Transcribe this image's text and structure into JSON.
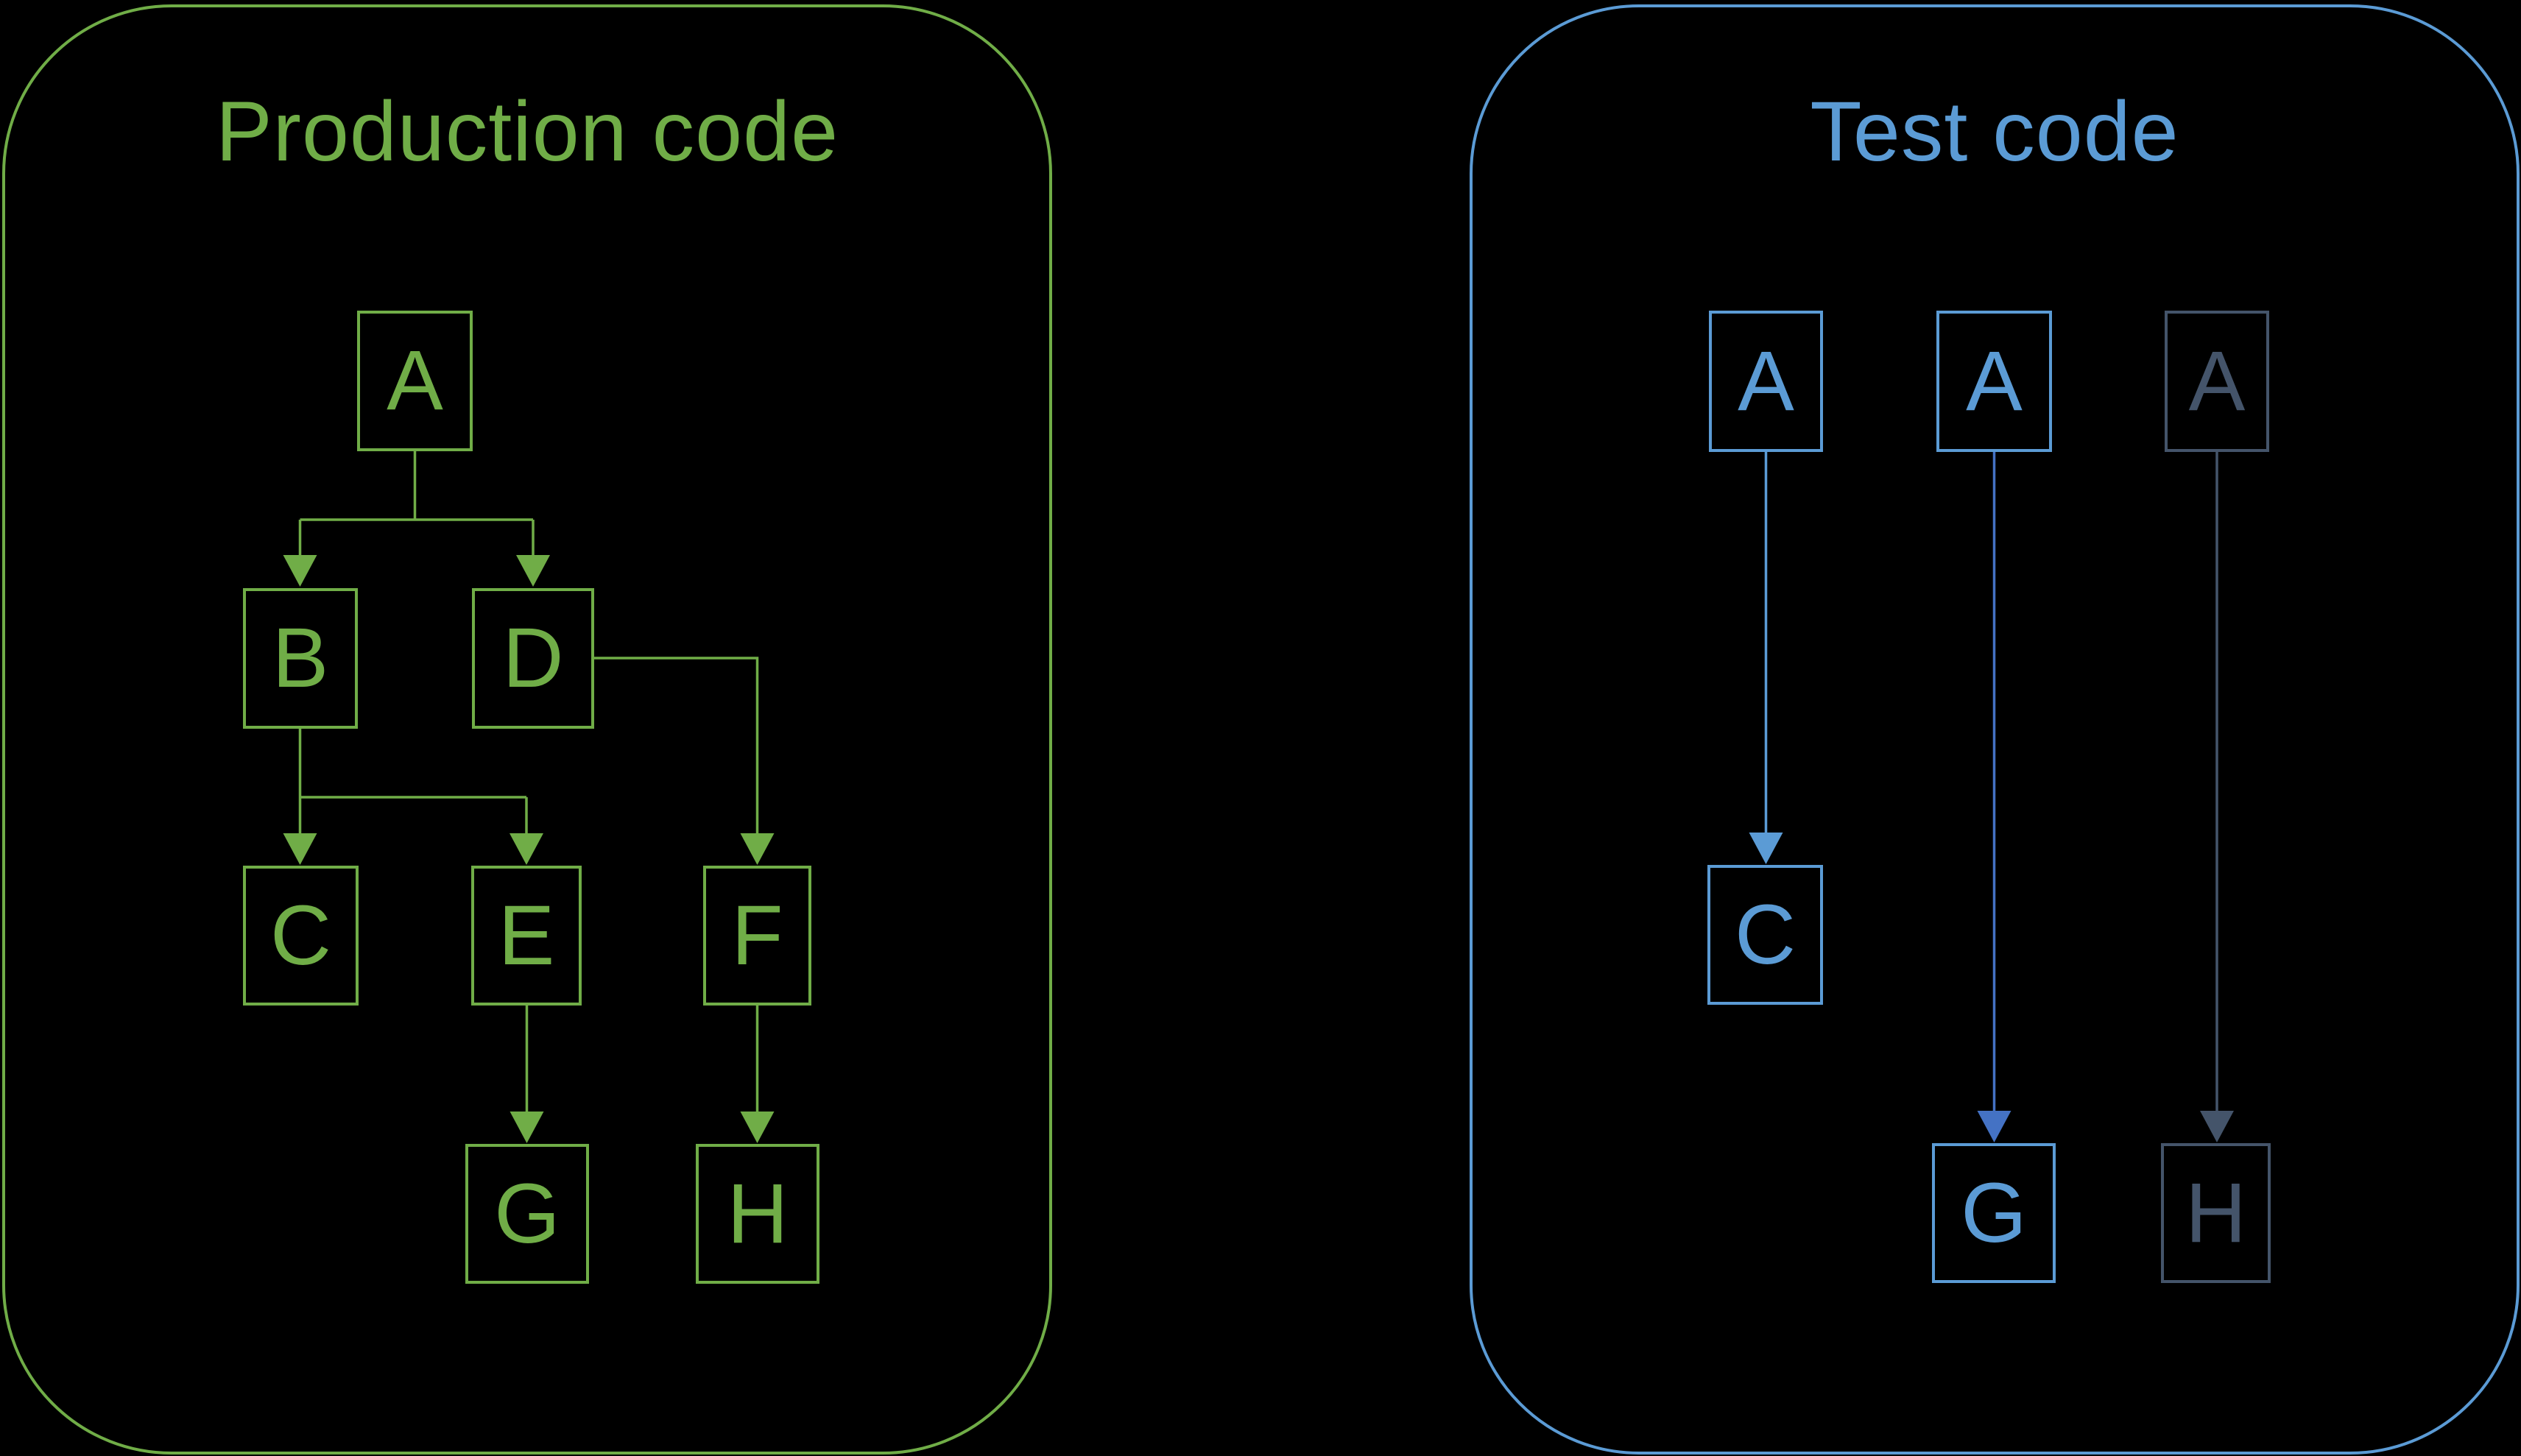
{
  "background": "#000000",
  "palette": {
    "production_green": "#70AD47",
    "test_light_blue": "#5B9BD5",
    "test_medium_blue": "#4472C4",
    "test_dimmed_slate": "#44546A"
  },
  "production_panel": {
    "title": "Production code",
    "nodes": [
      {
        "id": "A",
        "label": "A"
      },
      {
        "id": "B",
        "label": "B"
      },
      {
        "id": "D",
        "label": "D"
      },
      {
        "id": "C",
        "label": "C"
      },
      {
        "id": "E",
        "label": "E"
      },
      {
        "id": "F",
        "label": "F"
      },
      {
        "id": "G",
        "label": "G"
      },
      {
        "id": "H",
        "label": "H"
      }
    ],
    "edges": [
      {
        "from": "A",
        "to": "B"
      },
      {
        "from": "A",
        "to": "D"
      },
      {
        "from": "B",
        "to": "C"
      },
      {
        "from": "B",
        "to": "E"
      },
      {
        "from": "D",
        "to": "F"
      },
      {
        "from": "E",
        "to": "G"
      },
      {
        "from": "F",
        "to": "H"
      }
    ]
  },
  "test_panel": {
    "title": "Test code",
    "nodes": [
      {
        "id": "A-test-1",
        "label": "A",
        "state": "highlighted"
      },
      {
        "id": "A-test-2",
        "label": "A",
        "state": "highlighted"
      },
      {
        "id": "A-test-3",
        "label": "A",
        "state": "dimmed"
      },
      {
        "id": "C-test",
        "label": "C",
        "state": "highlighted"
      },
      {
        "id": "G-test",
        "label": "G",
        "state": "highlighted"
      },
      {
        "id": "H-test",
        "label": "H",
        "state": "dimmed"
      }
    ],
    "edges": [
      {
        "from": "A-test-1",
        "to": "C-test",
        "color": "test_light_blue"
      },
      {
        "from": "A-test-2",
        "to": "G-test",
        "color": "test_medium_blue"
      },
      {
        "from": "A-test-3",
        "to": "H-test",
        "color": "test_dimmed_slate"
      }
    ]
  }
}
